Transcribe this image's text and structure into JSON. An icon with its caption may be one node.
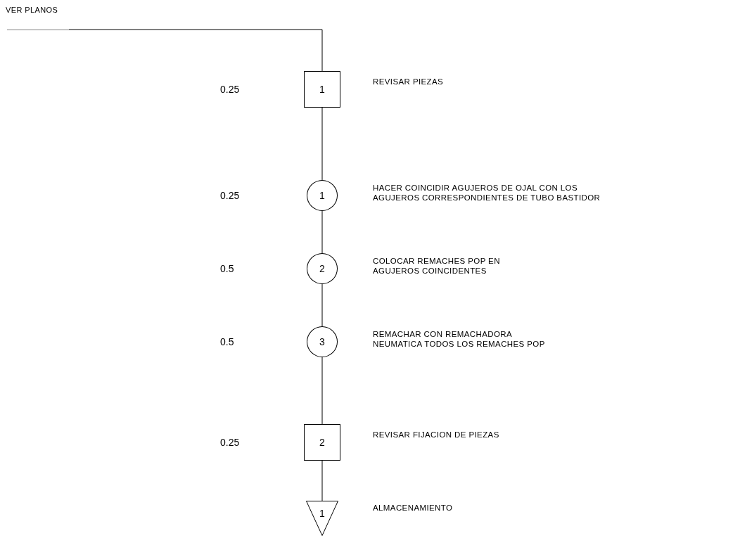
{
  "diagram": {
    "nodes": [
      {
        "text": [
          "VER PLANOS"
        ]
      },
      {
        "text": [
          "1"
        ]
      },
      {
        "text": [
          "1"
        ]
      },
      {
        "text": [
          "2"
        ]
      },
      {
        "text": [
          "3"
        ]
      },
      {
        "text": [
          "2"
        ]
      },
      {
        "text": [
          "1"
        ]
      }
    ],
    "edges": [
      {
        "from": 0,
        "to": 1,
        "arrow": "none"
      },
      {
        "from": 1,
        "to": 2,
        "arrow": "none"
      },
      {
        "from": 2,
        "to": 3,
        "arrow": "none"
      },
      {
        "from": 3,
        "to": 4,
        "arrow": "none"
      },
      {
        "from": 4,
        "to": 5,
        "arrow": "none"
      },
      {
        "from": 5,
        "to": 6,
        "arrow": "none"
      }
    ],
    "labels": [
      "0.25",
      "REVISAR PIEZAS",
      "0.25",
      "HACER COINCIDIR AGUJEROS DE OJAL CON LOS AGUJEROS CORRESPONDIENTES DE TUBO BASTIDOR",
      "0.5",
      "COLOCAR REMACHES POP EN AGUJEROS COINCIDENTES",
      "0.5",
      "REMACHAR CON REMACHADORA NEUMATICA TODOS LOS REMACHES POP",
      "0.25",
      "REVISAR FIJACION DE PIEZAS",
      "ALMACENAMIENTO"
    ]
  }
}
